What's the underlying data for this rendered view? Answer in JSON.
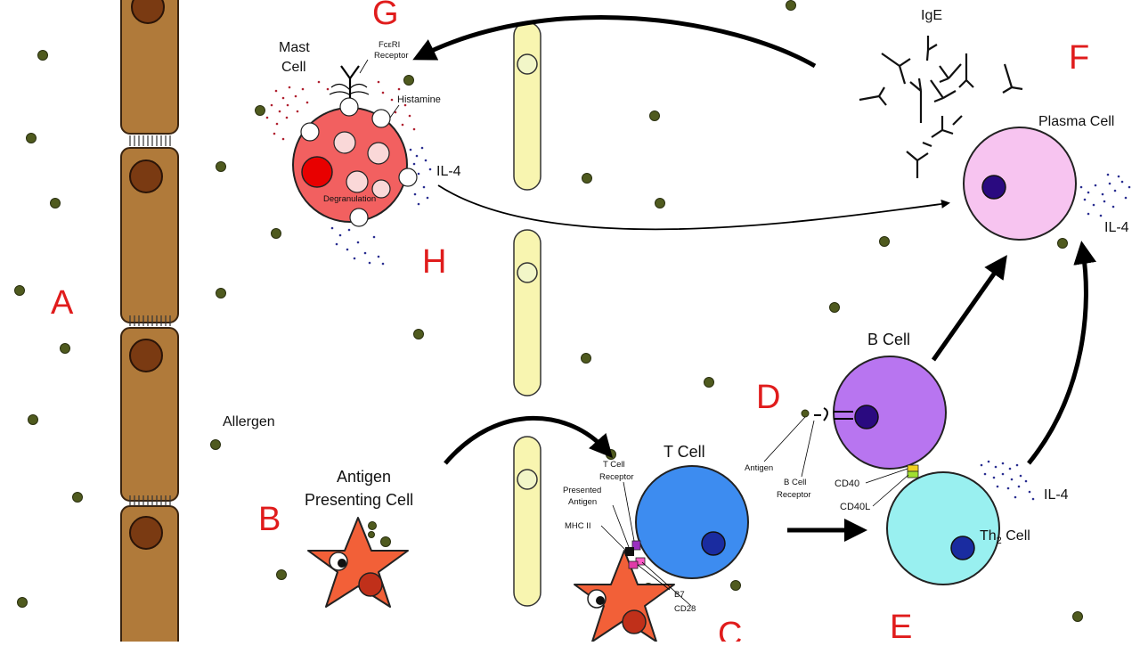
{
  "letters": {
    "a": "A",
    "b": "B",
    "c": "C",
    "d": "D",
    "e": "E",
    "f": "F",
    "g": "G",
    "h": "H"
  },
  "labels": {
    "mast_cell_line1": "Mast",
    "mast_cell_line2": "Cell",
    "fceri_line1": "FcεRI",
    "fceri_line2": "Receptor",
    "histamine": "Histamine",
    "degranulation": "Degranulation",
    "il4_mast": "IL-4",
    "ige": "IgE",
    "plasma_cell": "Plasma Cell",
    "il4_plasma": "IL-4",
    "allergen": "Allergen",
    "apc_line1": "Antigen",
    "apc_line2": "Presenting Cell",
    "t_cell": "T Cell",
    "tcr_line1": "T Cell",
    "tcr_line2": "Receptor",
    "presented_line1": "Presented",
    "presented_line2": "Antigen",
    "mhc2": "MHC II",
    "b7": "B7",
    "cd28": "CD28",
    "b_cell": "B Cell",
    "antigen": "Antigen",
    "bcr_line1": "B Cell",
    "bcr_line2": "Receptor",
    "cd40": "CD40",
    "cd40l": "CD40L",
    "th2_main": "Th",
    "th2_sub": "2",
    "th2_rest": " Cell",
    "il4_th2": "IL-4"
  },
  "colors": {
    "letter_red": "#e01c1c",
    "epithelium": "#b07a3a",
    "epithelium_nucleus": "#7a3a12",
    "mast_cell": "#f26060",
    "plasma_cell": "#f7c4f0",
    "b_cell": "#b875f0",
    "t_cell": "#3d8cf0",
    "th2_cell": "#99f0f0",
    "apc": "#f26038",
    "vessel": "#f8f5b0",
    "allergen": "#4f5a1e"
  }
}
